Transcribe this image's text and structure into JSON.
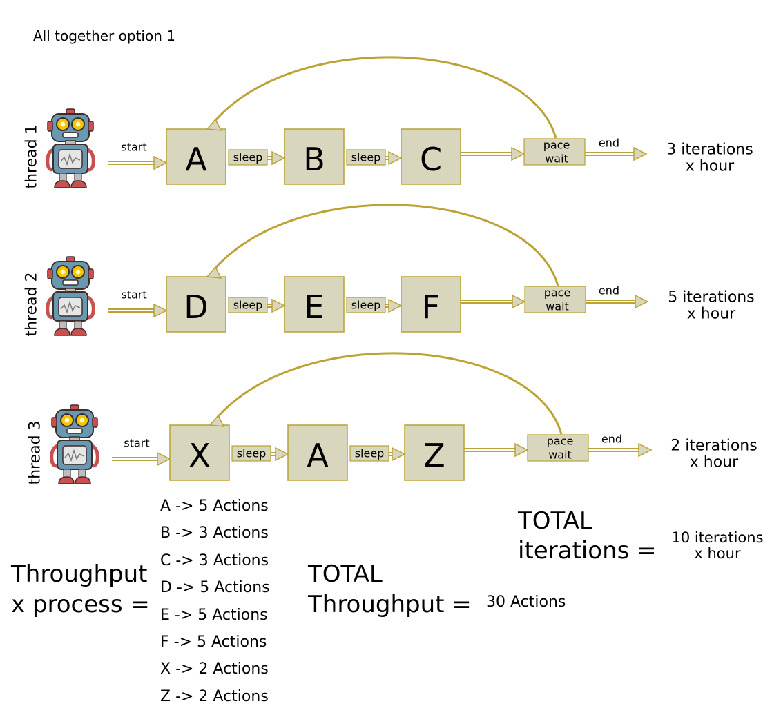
{
  "title": "All together option 1",
  "colors": {
    "box_fill": "#d8d6bd",
    "box_stroke": "#b8a233",
    "arrow": "#bba235",
    "arrow_head": "#d8d6bd",
    "robot_body": "#6a98b0",
    "robot_eye": "#f3c400",
    "robot_foot": "#c8504e",
    "robot_outline": "#3d2e2b"
  },
  "icons": [
    "robot-icon"
  ],
  "threads": [
    {
      "label": "thread 1",
      "start_label": "start",
      "steps": [
        "A",
        "B",
        "C"
      ],
      "sleep_label": "sleep",
      "pace_label": [
        "pace",
        "wait"
      ],
      "end_label": "end",
      "result": [
        "3 iterations",
        "x hour"
      ]
    },
    {
      "label": "thread 2",
      "start_label": "start",
      "steps": [
        "D",
        "E",
        "F"
      ],
      "sleep_label": "sleep",
      "pace_label": [
        "pace",
        "wait"
      ],
      "end_label": "end",
      "result": [
        "5 iterations",
        "x hour"
      ]
    },
    {
      "label": "thread 3",
      "start_label": "start",
      "steps": [
        "X",
        "A",
        "Z"
      ],
      "sleep_label": "sleep",
      "pace_label": [
        "pace",
        "wait"
      ],
      "end_label": "end",
      "result": [
        "2 iterations",
        "x hour"
      ]
    }
  ],
  "actions": [
    "A -> 5 Actions",
    "B -> 3 Actions",
    "C -> 3 Actions",
    "D -> 5 Actions",
    "E -> 5 Actions",
    "F -> 5 Actions",
    "X -> 2 Actions",
    "Z -> 2 Actions"
  ],
  "throughput_process_label": [
    "Throughput",
    "x process ="
  ],
  "total_throughput_label": [
    "TOTAL",
    "Throughput ="
  ],
  "total_throughput_value": "30 Actions",
  "total_iterations_label": [
    "TOTAL",
    "iterations ="
  ],
  "total_iterations_value": [
    "10 iterations",
    "x hour"
  ]
}
